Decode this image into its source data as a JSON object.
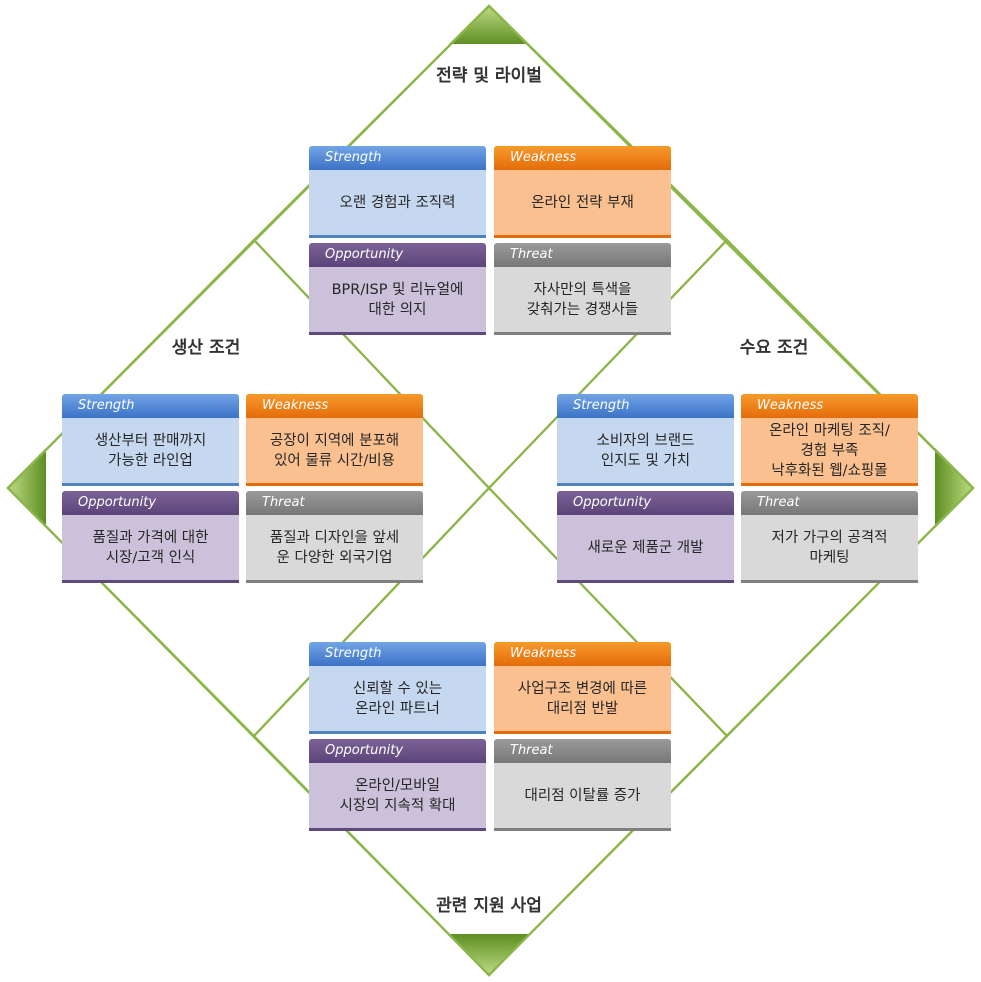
{
  "colors": {
    "line": "#8cb64a",
    "arrow_light": "#c2df8a",
    "arrow_dark": "#5e8f22",
    "strength": "#4f81bd",
    "weakness": "#e46c0a",
    "opportunity": "#5f497a",
    "threat": "#808080"
  },
  "icons": {
    "arrows": "triangle-arrow-icon"
  },
  "sections": [
    {
      "id": "top",
      "title": "전략 및 라이벌",
      "quadrants": {
        "strength": {
          "label": "Strength",
          "text": "오랜 경험과 조직력"
        },
        "weakness": {
          "label": "Weakness",
          "text": "온라인 전략 부재"
        },
        "opportunity": {
          "label": "Opportunity",
          "text": "BPR/ISP 및 리뉴얼에\n대한 의지"
        },
        "threat": {
          "label": "Threat",
          "text": "자사만의 특색을\n갖춰가는 경쟁사들"
        }
      }
    },
    {
      "id": "left",
      "title": "생산 조건",
      "quadrants": {
        "strength": {
          "label": "Strength",
          "text": "생산부터 판매까지\n가능한 라인업"
        },
        "weakness": {
          "label": "Weakness",
          "text": "공장이 지역에 분포해\n있어 물류 시간/비용"
        },
        "opportunity": {
          "label": "Opportunity",
          "text": "품질과 가격에 대한\n시장/고객 인식"
        },
        "threat": {
          "label": "Threat",
          "text": "품질과 디자인을 앞세\n운 다양한 외국기업"
        }
      }
    },
    {
      "id": "right",
      "title": "수요 조건",
      "quadrants": {
        "strength": {
          "label": "Strength",
          "text": "소비자의 브랜드\n인지도 및 가치"
        },
        "weakness": {
          "label": "Weakness",
          "text": "온라인 마케팅 조직/\n경험 부족\n낙후화된 웹/쇼핑몰"
        },
        "opportunity": {
          "label": "Opportunity",
          "text": "새로운 제품군 개발"
        },
        "threat": {
          "label": "Threat",
          "text": "저가 가구의 공격적\n마케팅"
        }
      }
    },
    {
      "id": "bottom",
      "title": "관련 지원 사업",
      "quadrants": {
        "strength": {
          "label": "Strength",
          "text": "신뢰할 수 있는\n온라인 파트너"
        },
        "weakness": {
          "label": "Weakness",
          "text": "사업구조 변경에 따른\n대리점 반발"
        },
        "opportunity": {
          "label": "Opportunity",
          "text": "온라인/모바일\n시장의 지속적 확대"
        },
        "threat": {
          "label": "Threat",
          "text": "대리점 이탈률 증가"
        }
      }
    }
  ]
}
